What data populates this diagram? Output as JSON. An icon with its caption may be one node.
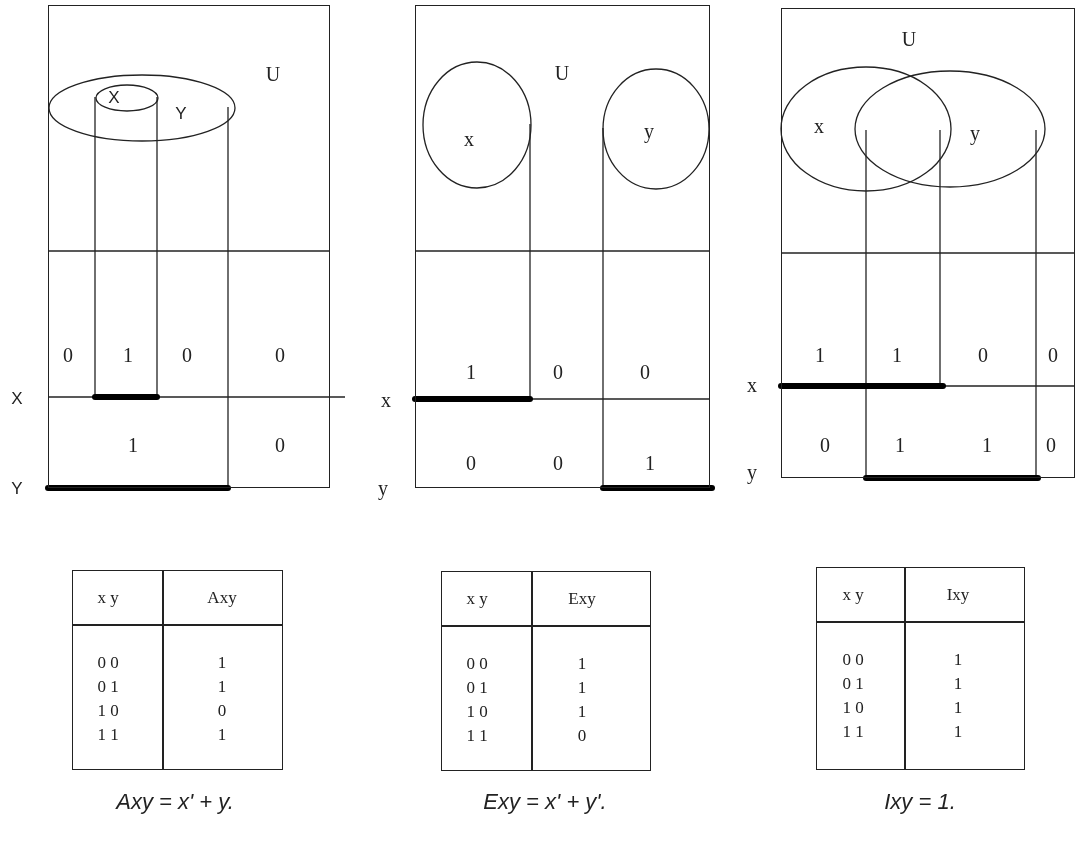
{
  "diagram": {
    "nodes": [
      {
        "text": [
          "U"
        ]
      },
      {
        "text": [
          "Y"
        ],
        "in": 0
      },
      {
        "text": [
          "X"
        ],
        "in": 1
      },
      {
        "text": [
          "U"
        ]
      },
      {
        "text": [
          "x"
        ],
        "in": 3
      },
      {
        "text": [
          "y"
        ],
        "in": 3
      },
      {
        "text": [
          "U"
        ]
      },
      {
        "text": [
          "x"
        ],
        "in": 6
      },
      {
        "text": [
          "y"
        ],
        "in": 6
      }
    ],
    "labels": [
      "0",
      "1",
      "0",
      "0",
      "X",
      "1",
      "0",
      "Y",
      "1",
      "0",
      "0",
      "x",
      "0",
      "0",
      "1",
      "y",
      "1",
      "1",
      "0",
      "0",
      "x",
      "0",
      "1",
      "1",
      "0",
      "y",
      "x y",
      "Axy",
      "0 0",
      "1",
      "0 1",
      "1",
      "1 0",
      "0",
      "1 1",
      "1",
      "x y",
      "Exy",
      "0 0",
      "1",
      "0 1",
      "1",
      "1 0",
      "1",
      "1 1",
      "0",
      "x y",
      "Ixy",
      "0 0",
      "1",
      "0 1",
      "1",
      "1 0",
      "1",
      "1 1",
      "1",
      "Axy = x' + y.",
      "Exy = x' + y'.",
      "Ixy = 1."
    ]
  }
}
